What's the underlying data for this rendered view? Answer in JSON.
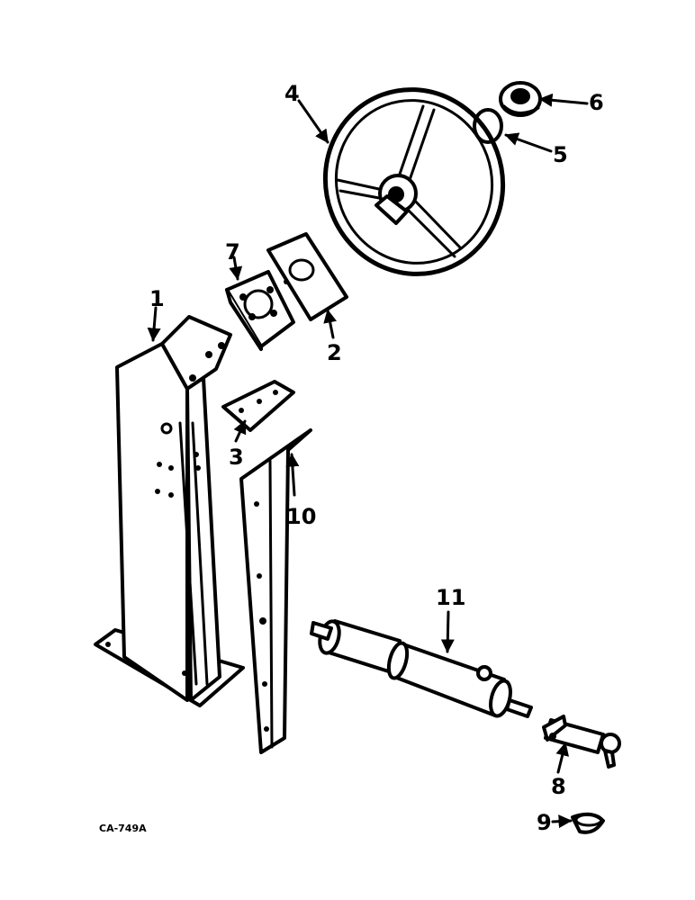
{
  "callouts": [
    {
      "id": "1",
      "label": "1"
    },
    {
      "id": "2",
      "label": "2"
    },
    {
      "id": "3",
      "label": "3"
    },
    {
      "id": "4",
      "label": "4"
    },
    {
      "id": "5",
      "label": "5"
    },
    {
      "id": "6",
      "label": "6"
    },
    {
      "id": "7",
      "label": "7"
    },
    {
      "id": "8",
      "label": "8"
    },
    {
      "id": "9",
      "label": "9"
    },
    {
      "id": "10",
      "label": "10"
    },
    {
      "id": "11",
      "label": "11"
    }
  ],
  "drawing_code": "CA-749A",
  "colors": {
    "ink": "#000000",
    "paper": "#ffffff"
  }
}
